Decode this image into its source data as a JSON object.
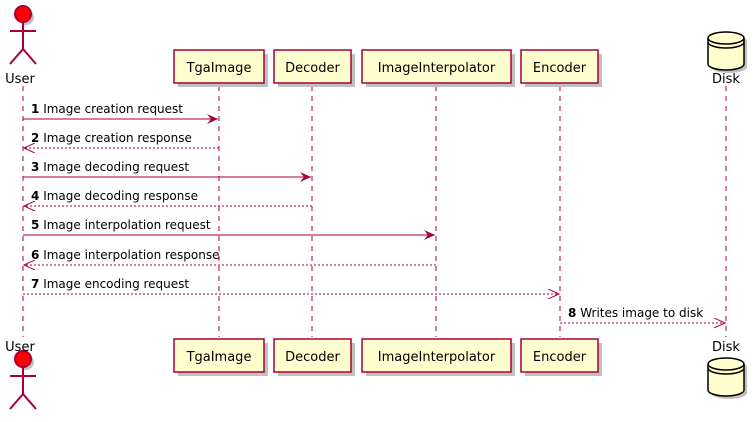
{
  "diagram": {
    "type": "sequence",
    "colors": {
      "line": "#a80036",
      "box_fill": "#fefece",
      "actor_fill": "#ff0000",
      "shadow": "#c0c0c0"
    },
    "participants": [
      {
        "id": "user",
        "label": "User",
        "kind": "actor"
      },
      {
        "id": "tga",
        "label": "TgaImage",
        "kind": "participant"
      },
      {
        "id": "decoder",
        "label": "Decoder",
        "kind": "participant"
      },
      {
        "id": "interp",
        "label": "ImageInterpolator",
        "kind": "participant"
      },
      {
        "id": "encoder",
        "label": "Encoder",
        "kind": "participant"
      },
      {
        "id": "disk",
        "label": "Disk",
        "kind": "database"
      }
    ],
    "messages": [
      {
        "num": "1",
        "text": "Image creation request",
        "from": "user",
        "to": "tga",
        "style": "solid"
      },
      {
        "num": "2",
        "text": "Image creation response",
        "from": "tga",
        "to": "user",
        "style": "dashed"
      },
      {
        "num": "3",
        "text": "Image decoding request",
        "from": "user",
        "to": "decoder",
        "style": "solid"
      },
      {
        "num": "4",
        "text": "Image decoding response",
        "from": "decoder",
        "to": "user",
        "style": "dashed"
      },
      {
        "num": "5",
        "text": "Image interpolation request",
        "from": "user",
        "to": "interp",
        "style": "solid"
      },
      {
        "num": "6",
        "text": "Image interpolation response",
        "from": "interp",
        "to": "user",
        "style": "dashed"
      },
      {
        "num": "7",
        "text": "Image encoding request",
        "from": "user",
        "to": "encoder",
        "style": "dashed"
      },
      {
        "num": "8",
        "text": "Writes image to disk",
        "from": "encoder",
        "to": "disk",
        "style": "dashed"
      }
    ]
  }
}
